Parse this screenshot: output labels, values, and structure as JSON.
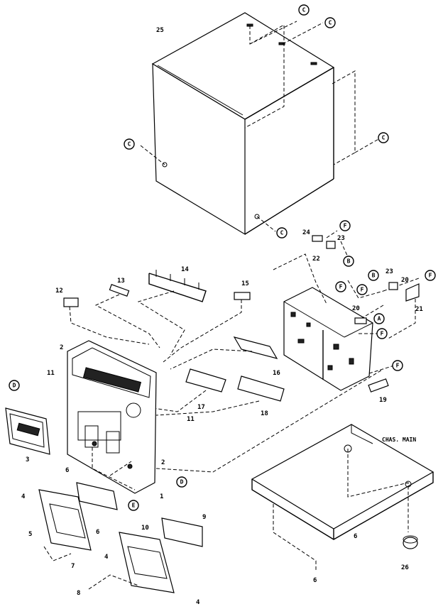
{
  "callouts": {
    "C": "C",
    "D": "D",
    "E": "E",
    "F": "F",
    "A": "A",
    "B": "B"
  },
  "parts": {
    "p1": "1",
    "p2": "2",
    "p2b": "2",
    "p3": "3",
    "p4a": "4",
    "p4b": "4",
    "p4c": "4",
    "p5": "5",
    "p6": "6",
    "p6b": "6",
    "p6c": "6",
    "p7": "7",
    "p8": "8",
    "p9": "9",
    "p10": "10",
    "p11a": "11",
    "p11b": "11",
    "p12": "12",
    "p13": "13",
    "p14": "14",
    "p15": "15",
    "p16": "16",
    "p17": "17",
    "p18": "18",
    "p19": "19",
    "p20": "20",
    "p21": "21",
    "p22": "22",
    "p23": "23",
    "p23b": "23",
    "p24": "24",
    "p25": "25",
    "p26": "26"
  },
  "labels": {
    "chassis": "CHAS. MAIN"
  }
}
